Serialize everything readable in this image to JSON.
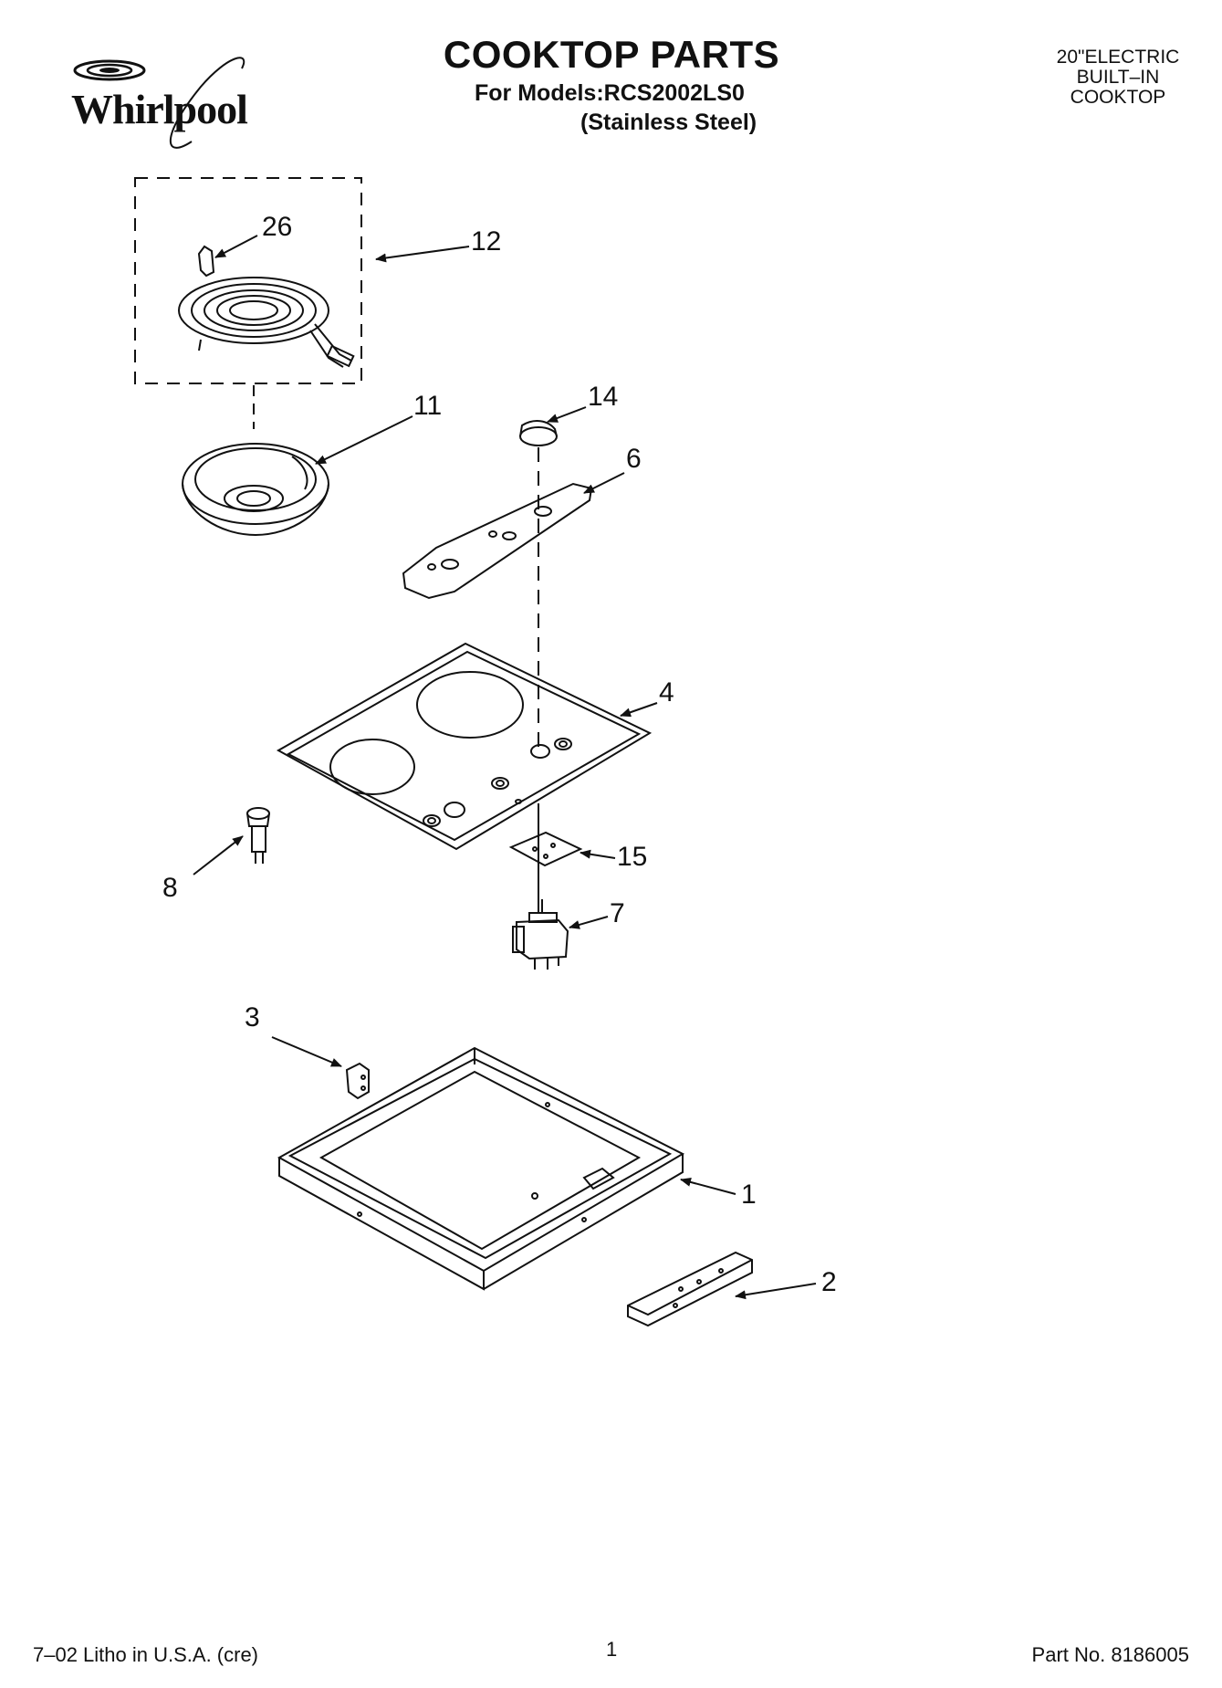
{
  "header": {
    "brand": "Whirlpool",
    "title": "COOKTOP PARTS",
    "model_line": "For Models:RCS2002LS0",
    "finish_line": "(Stainless Steel)",
    "product_type": [
      "20\"ELECTRIC",
      "BUILT–IN",
      "COOKTOP"
    ]
  },
  "callouts": {
    "c26": "26",
    "c12": "12",
    "c14": "14",
    "c11": "11",
    "c6": "6",
    "c4": "4",
    "c8": "8",
    "c15": "15",
    "c7": "7",
    "c3": "3",
    "c1": "1",
    "c2": "2"
  },
  "footer": {
    "litho": "7–02 Litho in U.S.A. (cre)",
    "page_number": "1",
    "part_number": "Part No. 8186005"
  }
}
